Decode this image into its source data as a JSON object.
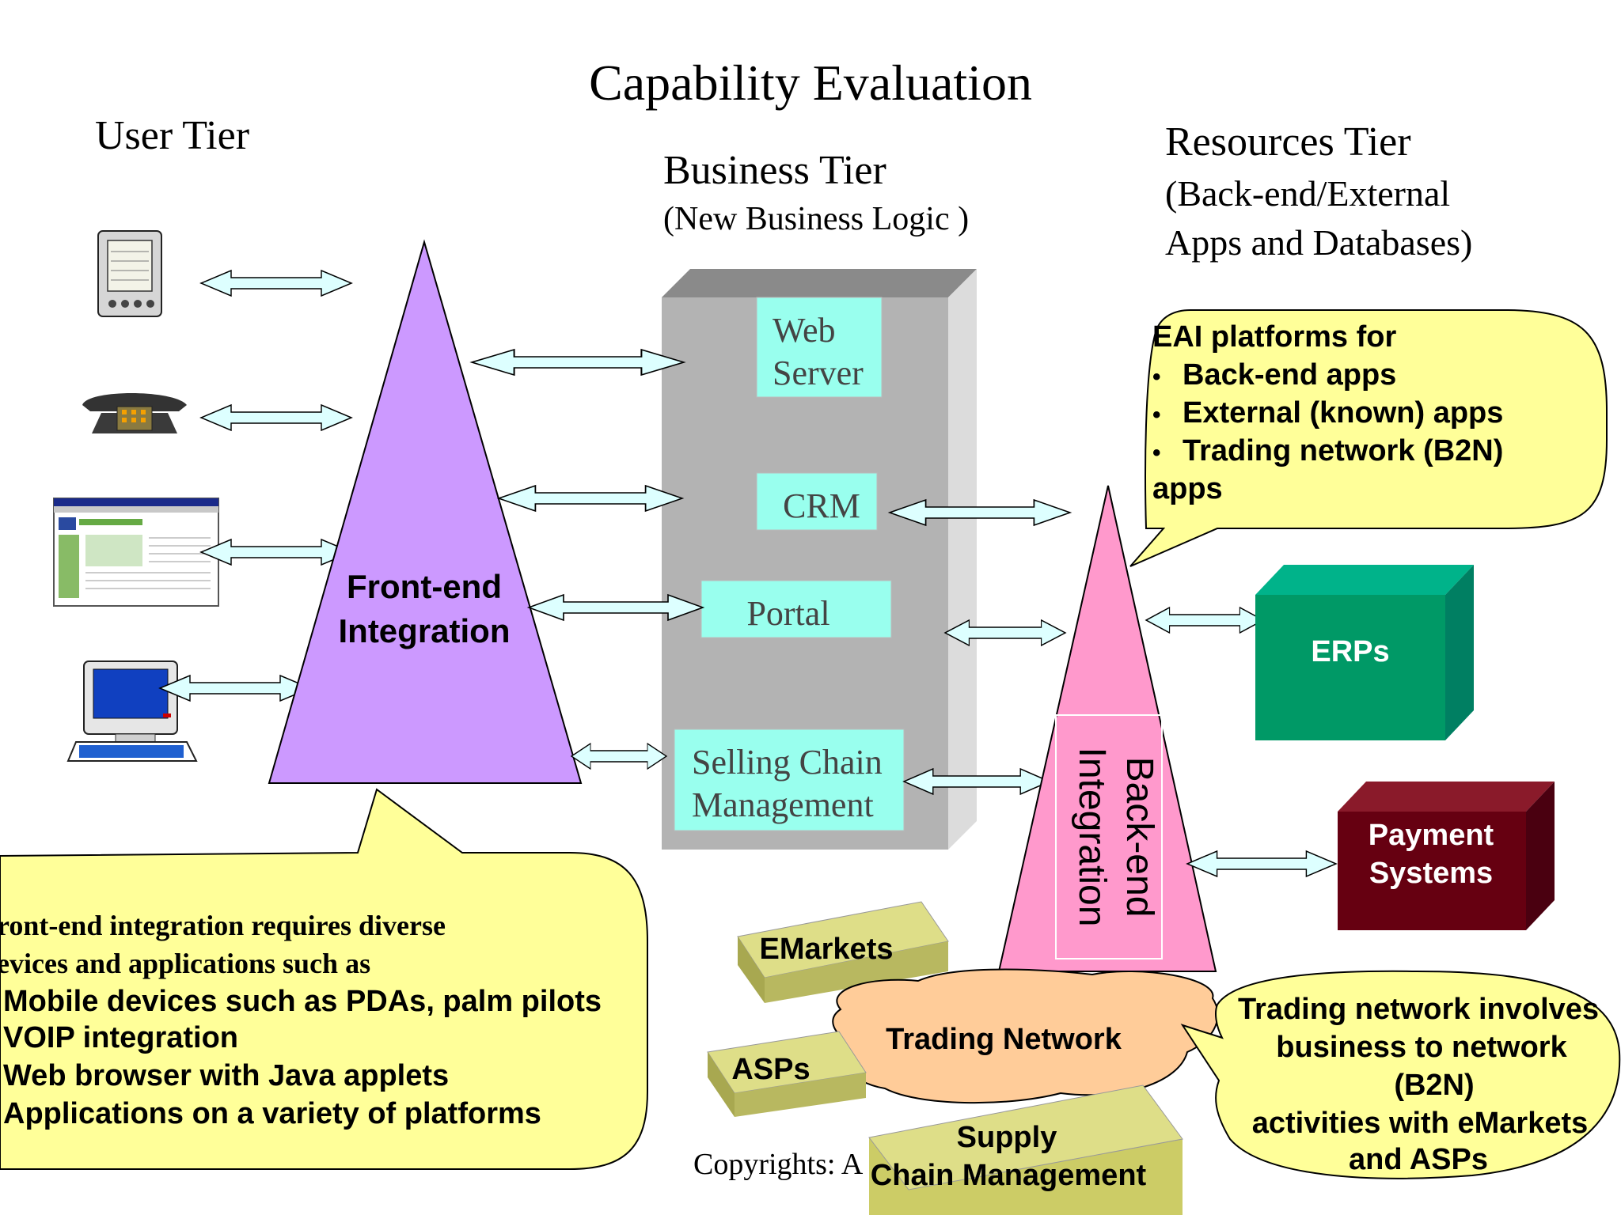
{
  "title": "Capability Evaluation",
  "tiers": {
    "user": "User Tier",
    "business": "Business Tier",
    "business_sub": "(New Business Logic )",
    "resources": [
      "Resources Tier",
      "(Back-end/External",
      "Apps and Databases)"
    ]
  },
  "icons": {
    "pda": "pda-icon",
    "phone": "telephone-icon",
    "browser": "web-browser-icon",
    "computer": "desktop-computer-icon"
  },
  "frontend": [
    "Front-end",
    "Integration"
  ],
  "backend": [
    "Back-end",
    "Integration"
  ],
  "services": {
    "web_server": [
      "Web",
      "Server"
    ],
    "crm": "CRM",
    "portal": "Portal",
    "selling_chain": [
      "Selling Chain",
      "Management"
    ]
  },
  "resources": {
    "erps": "ERPs",
    "payment": [
      "Payment",
      "Systems"
    ]
  },
  "eai_callout": {
    "heading": "EAI platforms for",
    "items": [
      "Back-end apps",
      "External (known) apps",
      "Trading network (B2N)"
    ],
    "tail": "apps"
  },
  "frontend_callout": {
    "lines": [
      "ront-end integration requires diverse",
      "evices and applications such as"
    ],
    "items": [
      "Mobile devices such as PDAs, palm pilots",
      "VOIP integration",
      "Web browser with Java applets",
      "Applications on a variety of platforms"
    ]
  },
  "trading": {
    "network": "Trading Network",
    "emarkets": "EMarkets",
    "asps": "ASPs",
    "supply_chain": [
      "Supply",
      "Chain Management"
    ]
  },
  "trading_callout": {
    "lines": [
      "Trading network involves",
      "business to network",
      "(B2N)",
      "activities with eMarkets",
      "and ASPs"
    ]
  },
  "footer": "Copyrights: A",
  "colors": {
    "frontend": "#cc99ff",
    "backend": "#ff99cc",
    "service_box": "#99ffee",
    "middle_block": "#b3b3b3",
    "erps": "#009966",
    "payment": "#660011",
    "callout": "#ffff99",
    "trading_cloud": "#ffcc99",
    "olive_block": "#cccc66",
    "arrow_fill": "#ddffff"
  }
}
